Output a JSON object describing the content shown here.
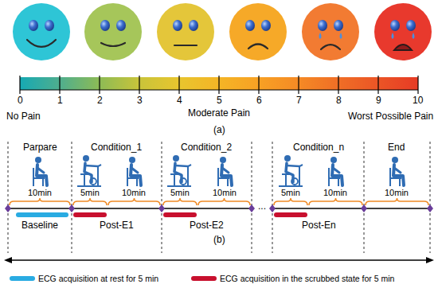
{
  "diagram": {
    "labels": [
      "0",
      "1",
      "2",
      "3",
      "4",
      "5",
      "6",
      "7",
      "8",
      "9",
      "10",
      "No Pain",
      "Moderate Pain",
      "Worst Possible Pain",
      "(a)",
      "Parpare",
      "Condition_1",
      "Condition_2",
      "Condition_n",
      "End",
      "10min",
      "5min",
      "10min",
      "5min",
      "10min",
      "5min",
      "10min",
      "10min",
      "...",
      "Baseline",
      "Post-E1",
      "Post-E2",
      "Post-En",
      "(b)"
    ],
    "legend": [
      {
        "text": "ECG acquisition at rest for 5 min",
        "color": "#29abe2"
      },
      {
        "text": "ECG acquisition in the scrubbed state for 5 min",
        "color": "#c8102e"
      }
    ]
  }
}
